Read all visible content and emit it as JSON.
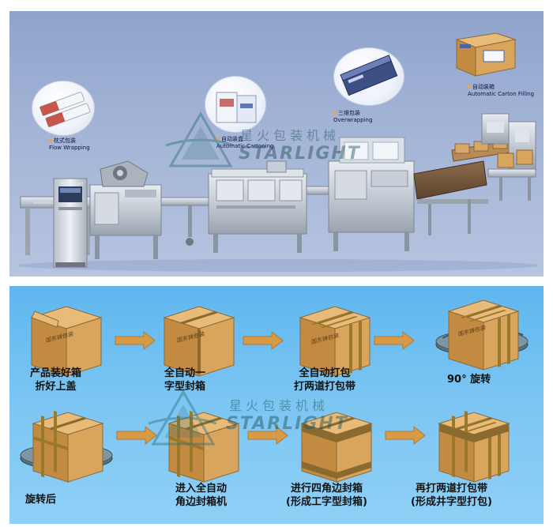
{
  "colors": {
    "top_bg": "#a3b4d6",
    "bottom_bg": "#7cc6f3",
    "box_front": "#d9a45c",
    "box_side": "#c38a42",
    "box_top": "#e8bb78",
    "tape": "#8a6a2e",
    "strap": "#9a7a2a",
    "arrow": "#d79a46",
    "turntable": "#607d8b",
    "watermark": "#2f6f7a"
  },
  "machine_line": {
    "stations": [
      {
        "cn": "枕式包装",
        "en": "Flow Wrapping"
      },
      {
        "cn": "自动装盒",
        "en": "Automatic Cartoning"
      },
      {
        "cn": "三维包装",
        "en": "Overwrapping"
      },
      {
        "cn": "自动装箱",
        "en": "Automatic Carton Filling"
      }
    ],
    "panel_brand": "STARLIGHT"
  },
  "box_label": "国东铸包装",
  "steps": [
    {
      "label": "产品装好箱\n折好上盖"
    },
    {
      "label": "全自动一\n字型封箱"
    },
    {
      "label": "全自动打包\n打两道打包带"
    },
    {
      "label": "90° 旋转"
    },
    {
      "label": "旋转后"
    },
    {
      "label": "进入全自动\n角边封箱机"
    },
    {
      "label": "进行四角边封箱\n(形成工字型封箱)"
    },
    {
      "label": "再打两道打包带\n(形成井字型打包)"
    }
  ],
  "watermark": {
    "cn": "星火包装机械",
    "en": "STARLIGHT"
  }
}
